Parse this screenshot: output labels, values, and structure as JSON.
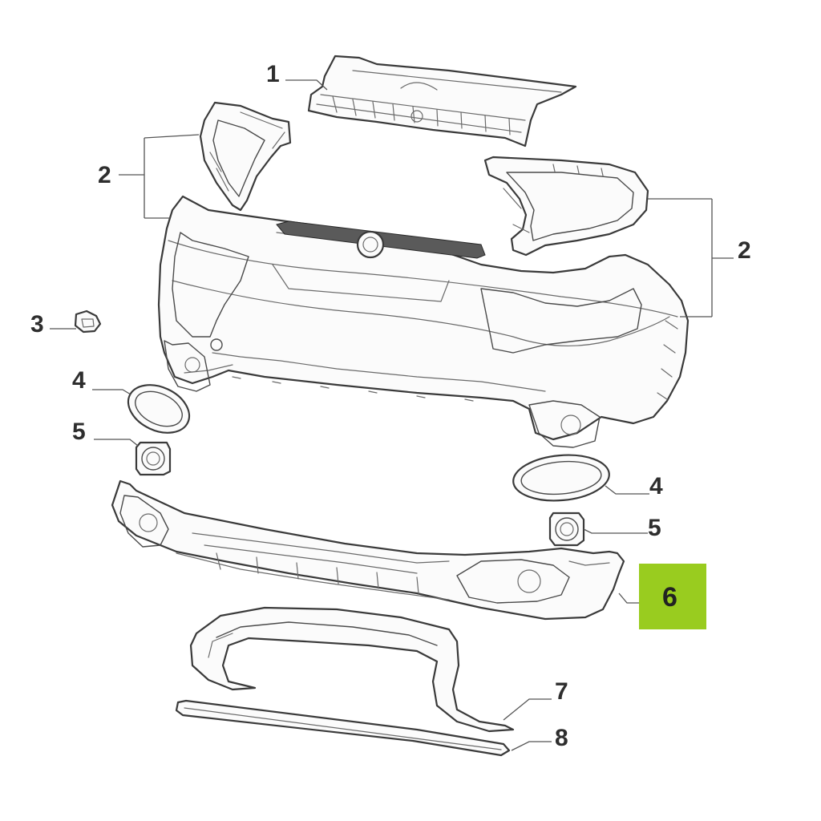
{
  "callouts": {
    "c1": "1",
    "c2_left": "2",
    "c2_right": "2",
    "c3": "3",
    "c4_left": "4",
    "c4_right": "4",
    "c5_left": "5",
    "c5_right": "5",
    "c6": "6",
    "c7": "7",
    "c8": "8"
  },
  "highlight_color": "#99cc1f"
}
